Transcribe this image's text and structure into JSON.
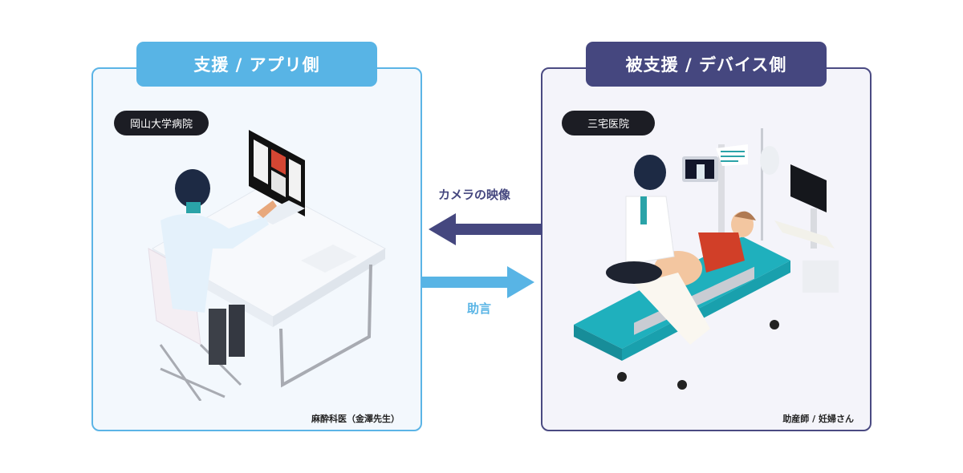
{
  "left_panel": {
    "header": "支援 / アプリ側",
    "location_pill": "岡山大学病院",
    "caption": "麻酔科医（金澤先生）",
    "accent_color": "#58b4e5",
    "illustration": "doctor-at-desk-using-monitor"
  },
  "right_panel": {
    "header": "被支援 / デバイス側",
    "location_pill": "三宅医院",
    "caption": "助産師 / 妊婦さん",
    "accent_color": "#45477f",
    "illustration": "midwife-with-patient-on-bed-and-camera-device"
  },
  "flows": {
    "camera_feed": {
      "label": "カメラの映像",
      "direction": "right-to-left",
      "color": "#45477f"
    },
    "advice": {
      "label": "助言",
      "direction": "left-to-right",
      "color": "#58b4e5"
    }
  }
}
